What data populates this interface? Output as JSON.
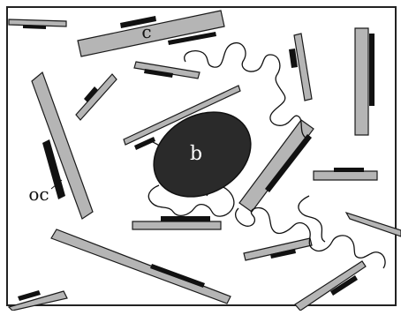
{
  "labels": {
    "c": "c",
    "b": "b",
    "oc": "oc"
  },
  "colors": {
    "background": "#ffffff",
    "frame": "#222222",
    "crystal_fill": "#b5b5b5",
    "crystal_stroke": "#1a1a1a",
    "coating": "#111111",
    "particle": "#2a2a2a",
    "particle_label": "#ffffff",
    "chain": "#111111"
  }
}
